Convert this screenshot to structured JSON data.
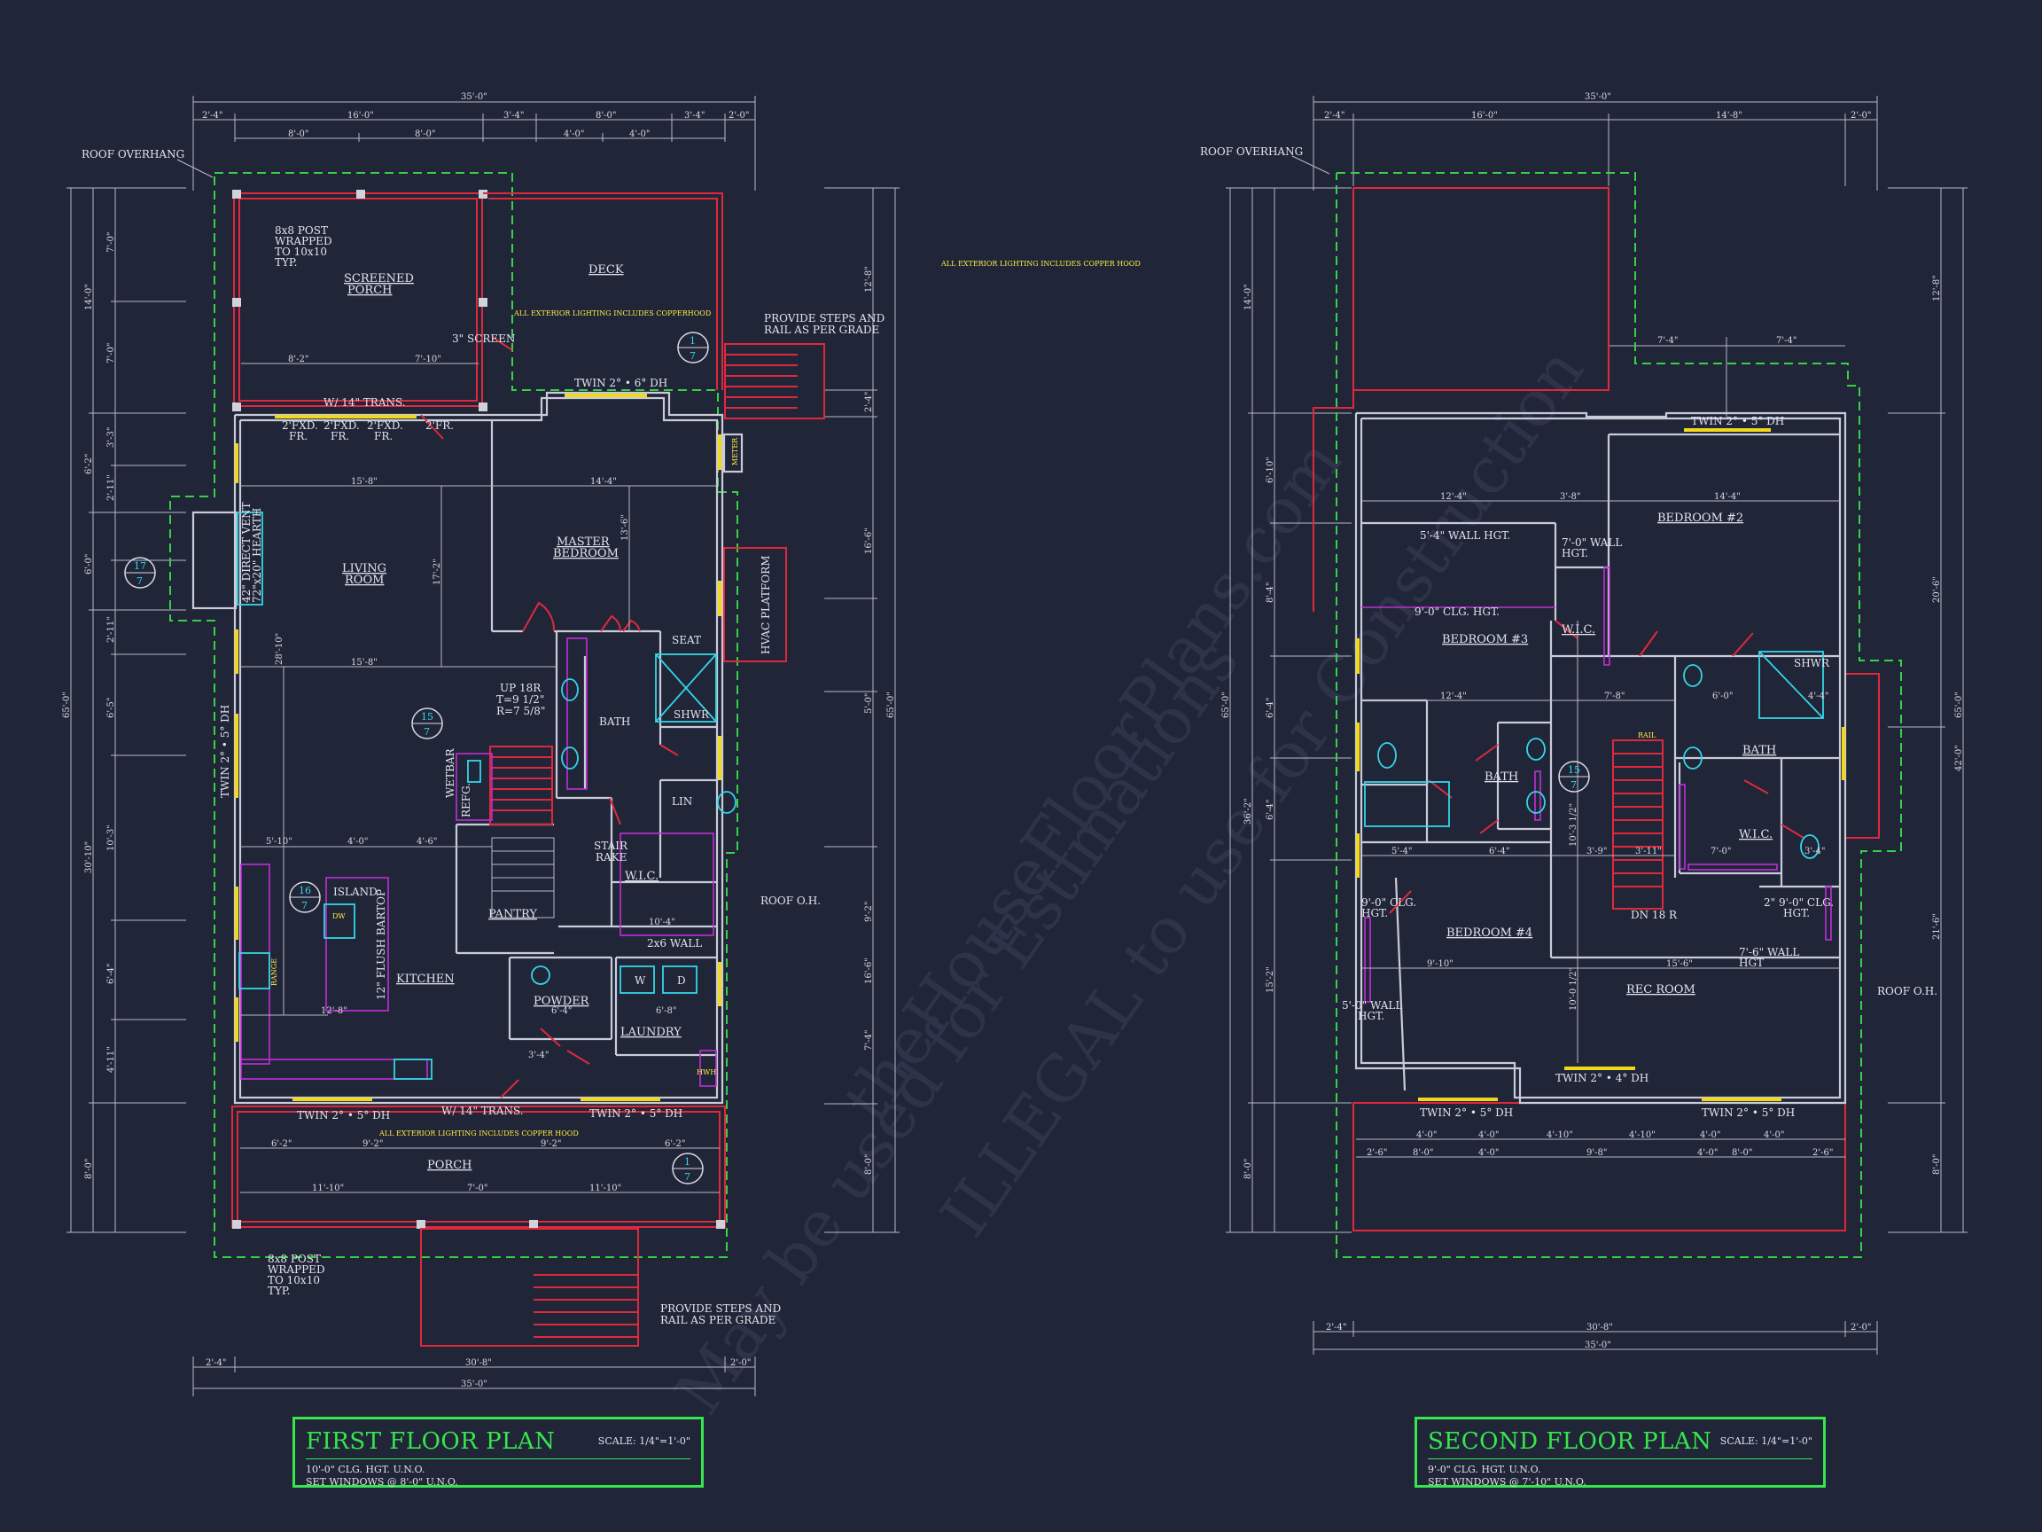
{
  "plans": {
    "first": {
      "title": "FIRST FLOOR PLAN",
      "scale": "SCALE: 1/4\"=1'-0\"",
      "note1": "10'-0\" CLG. HGT. U.N.O.",
      "note2": "SET WINDOWS @ 8'-0\" U.N.O.",
      "rooms": {
        "screened_porch": [
          "SCREENED",
          "PORCH"
        ],
        "deck": "DECK",
        "living_room": [
          "LIVING",
          "ROOM"
        ],
        "master_bedroom": [
          "MASTER",
          "BEDROOM"
        ],
        "kitchen": "KITCHEN",
        "island": "ISLAND",
        "pantry": "PANTRY",
        "powder": "POWDER",
        "laundry": "LAUNDRY",
        "bath": "BATH",
        "shwr": "SHWR",
        "seat": "SEAT",
        "wic": "W.I.C.",
        "lin": "LIN",
        "porch": "PORCH"
      },
      "notes": {
        "roof_overhang": "ROOF OVERHANG",
        "post_top": [
          "8x8 POST",
          "WRAPPED",
          "TO 10x10",
          "TYP."
        ],
        "post_bottom": [
          "8x8 POST",
          "WRAPPED",
          "TO 10x10",
          "TYP."
        ],
        "screen": "3\" SCREEN",
        "steps_top": [
          "PROVIDE STEPS AND",
          "RAIL AS PER GRADE"
        ],
        "steps_bottom": [
          "PROVIDE STEPS AND",
          "RAIL AS PER GRADE"
        ],
        "lighting1": "ALL EXTERIOR LIGHTING INCLUDES COPPERHOOD",
        "lighting2": "ALL EXTERIOR LIGHTING INCLUDES COPPER HOOD",
        "window_top": "TWIN 2° • 6° DH",
        "trans_top": "W/ 14\" TRANS.",
        "fixed": [
          "2'FXD.",
          "FR.",
          "2'FXD.",
          "FR.",
          "2'FXD.",
          "FR.",
          "2'FR."
        ],
        "hearth": [
          "42\" DIRECT VENT",
          "72\"x20\" HEARTH"
        ],
        "hvac": "HVAC PLATFORM",
        "meter": "METER",
        "stair": [
          "UP 18R",
          "T=9 1/2\"",
          "R=7 5/8\""
        ],
        "stair_rake": [
          "STAIR",
          "RAKE"
        ],
        "wetbar": "WETBAR",
        "refg": "REFG.",
        "bartop": "12\" FLUSH BARTOP",
        "twin_dh": "TWIN 2° • 5° DH",
        "twin_dh2": "TWIN 2° • 5° DH",
        "trans_bottom": "W/ 14\" TRANS.",
        "roof_oh": "ROOF O.H.",
        "wall": "2x6 WALL",
        "range": "RANGE",
        "dw": "DW",
        "w": "W",
        "d": "D",
        "hwh": "HWH"
      },
      "dims": {
        "overall_top": "35'-0\"",
        "overall_bottom": "35'-0\"",
        "depth": "65'-0\"",
        "top_segments": [
          "2'-4\"",
          "16'-0\"",
          "3'-4\"",
          "8'-0\"",
          "3'-4\"",
          "2'-0\""
        ],
        "sub_segments": [
          "8'-0\"",
          "8'-0\"",
          "4'-0\"",
          "4'-0\""
        ],
        "bottom_segments": [
          "2'-4\"",
          "30'-8\"",
          "2'-0\""
        ],
        "left_segments": [
          "14'-0\"",
          "6'-2\"",
          "6'-0\"",
          "30'-10\"",
          "8'-0\""
        ],
        "left_sub": [
          "7'-0\"",
          "7'-0\"",
          "3'-3\"",
          "2'-11\"",
          "2'-11\"",
          "6'-5\"",
          "10'-3\"",
          "6'-4\"",
          "4'-11\""
        ],
        "right_segments": [
          "12'-8\"",
          "2'-4\"",
          "16'-6\"",
          "5'-0\"",
          "9'-2\"",
          "16'-6\"",
          "7'-4\"",
          "8'-0\""
        ],
        "interior": [
          "15'-8\"",
          "14'-4\"",
          "15'-8\"",
          "28'-10\"",
          "17'-2\"",
          "13'-6\"",
          "8'-2\"",
          "7'-10\"",
          "5'-10\"",
          "4'-0\"",
          "4'-6\"",
          "12'-8\"",
          "6'-4\"",
          "10'-4\"",
          "6'-8\"",
          "3'-4\"",
          "11'-10\"",
          "7'-0\"",
          "11'-10\"",
          "6'-2\"",
          "9'-2\"",
          "9'-2\"",
          "6'-2\"",
          "30'-8\""
        ]
      },
      "callouts": [
        {
          "num": "17",
          "sheet": "7"
        },
        {
          "num": "1",
          "sheet": "7"
        },
        {
          "num": "15",
          "sheet": "7"
        },
        {
          "num": "16",
          "sheet": "7"
        },
        {
          "num": "1",
          "sheet": "7"
        }
      ]
    },
    "second": {
      "title": "SECOND FLOOR PLAN",
      "scale": "SCALE: 1/4\"=1'-0\"",
      "note1": "9'-0\" CLG. HGT. U.N.O.",
      "note2": "SET WINDOWS @ 7'-10\" U.N.O.",
      "rooms": {
        "bedroom2": "BEDROOM #2",
        "bedroom3": "BEDROOM #3",
        "bedroom4": "BEDROOM #4",
        "rec_room": "REC ROOM",
        "bath_a": "BATH",
        "bath_b": "BATH",
        "shwr": "SHWR",
        "wic_a": "W.I.C.",
        "wic_b": "W.I.C."
      },
      "notes": {
        "roof_overhang": "ROOF OVERHANG",
        "roof_oh": "ROOF O.H.",
        "wall_hgt": "5'-4\" WALL HGT.",
        "wall_70": [
          "7'-0\" WALL",
          "HGT."
        ],
        "clg_90": "9'-0\" CLG. HGT.",
        "clg_90b": [
          "9'-0\" CLG.",
          "HGT."
        ],
        "clg_90c": [
          "2\" 9'-0\" CLG.",
          "HGT."
        ],
        "wall_76": [
          "7'-6\" WALL",
          "HGT"
        ],
        "wall_50": [
          "5'-0\" WALL",
          "HGT."
        ],
        "twin_top": "TWIN 2° • 5° DH",
        "twin_b1": "TWIN 2° • 4° DH",
        "twin_b2": "TWIN 2° • 5° DH",
        "twin_b3": "TWIN 2° • 5° DH",
        "stair_dn": "DN 18 R",
        "rail": "RAIL",
        "callout": {
          "num": "15",
          "sheet": "7"
        }
      },
      "dims": {
        "overall_top": "35'-0\"",
        "overall_bottom": "35'-0\"",
        "top_segments": [
          "2'-4\"",
          "16'-0\"",
          "14'-8\"",
          "2'-0\""
        ],
        "upper": [
          "7'-4\"",
          "7'-4\""
        ],
        "left_segments": [
          "14'-0\"",
          "6'-10\"",
          "8'-4\"",
          "6'-4\"",
          "6'-4\"",
          "15'-2\"",
          "8'-0\""
        ],
        "left_total": "36'-2\"",
        "depth": "65'-0\"",
        "right_segments": [
          "12'-8\"",
          "20'-6\"",
          "42'-0\"",
          "21'-6\"",
          "8'-0\""
        ],
        "interior": [
          "12'-4\"",
          "3'-8\"",
          "14'-4\"",
          "12'-4\"",
          "7'-8\"",
          "6'-0\"",
          "4'-4\"",
          "6'-4\"",
          "5'-4\"",
          "3'-9\"",
          "3'-11\"",
          "7'-0\"",
          "3'-4\"",
          "9'-10\"",
          "15'-6\"",
          "10'-3 1/2\"",
          "10'-0 1/2\""
        ],
        "bottom_row": [
          "2'-6\"",
          "8'-0\"",
          "4'-0\"",
          "4'-10\"",
          "4'-10\"",
          "4'-0\"",
          "8'-0\"",
          "2'-6\""
        ],
        "bottom_mid": [
          "4'-0\"",
          "4'-0\"",
          "9'-8\"",
          "4'-0\"",
          "4'-0\""
        ],
        "bottom_segments": [
          "2'-4\"",
          "30'-8\"",
          "2'-0\""
        ]
      }
    }
  },
  "watermark": {
    "line1": "Not for construction",
    "line2": "ILLEGAL to use for Construction",
    "line3": "May be used for Estimations",
    "site": "theHouseFloorPlans.com"
  },
  "colors": {
    "background": "#212538",
    "walls": "#c9ccd8",
    "red_lines": "#e0283c",
    "overhang_dash": "#35d247",
    "windows": "#f1d81a",
    "fixtures": "#33d6e6",
    "cabinets": "#c02fd8",
    "title_frame": "#36e64c"
  }
}
